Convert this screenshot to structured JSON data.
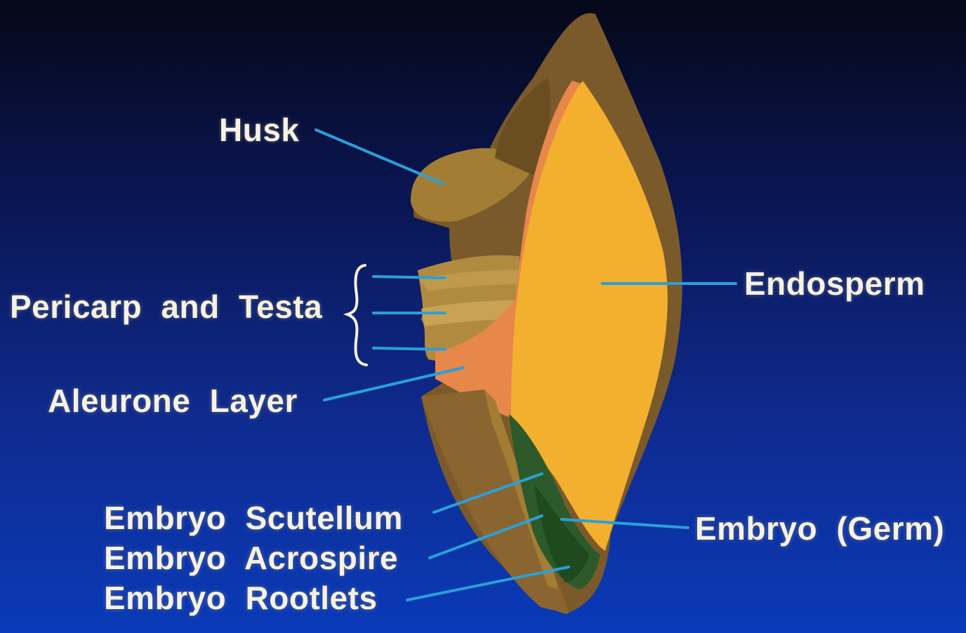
{
  "labels": {
    "husk": "Husk",
    "pericarp_testa": "Pericarp and Testa",
    "aleurone": "Aleurone Layer",
    "endosperm": "Endosperm",
    "scutellum": "Embryo Scutellum",
    "acrospire": "Embryo Acrospire",
    "rootlets": "Embryo Rootlets",
    "germ": "Embryo (Germ)"
  },
  "colors": {
    "background_top": "#050818",
    "background_bottom": "#0a3ab8",
    "husk_outer": "#7a5a2a",
    "husk_light": "#a47d35",
    "pericarp": "#b08a3e",
    "aleurone": "#e8874a",
    "endosperm": "#f3b02e",
    "embryo": "#2c5a2a",
    "leader_line": "#2aa0d8",
    "label_text": "#f4f1e6"
  }
}
